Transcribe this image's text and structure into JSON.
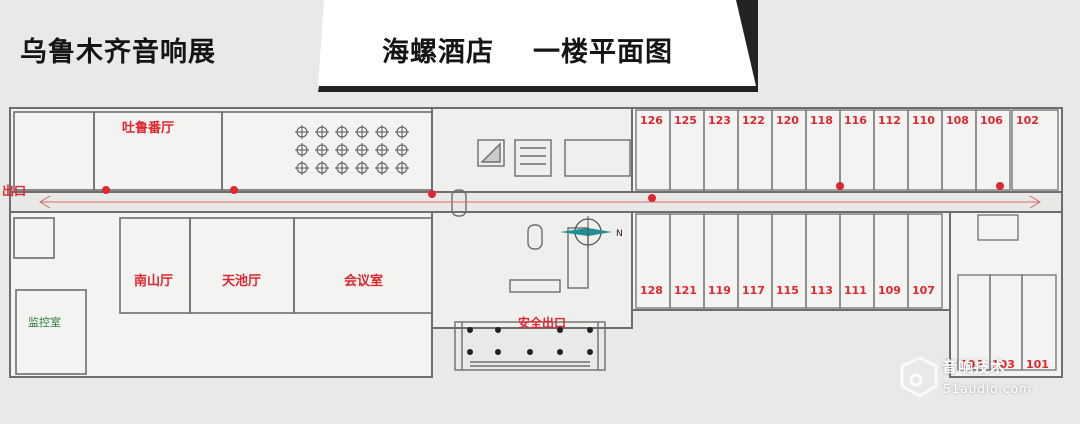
{
  "header": {
    "exhibition": "乌鲁木齐音响展",
    "hotel": "海螺酒店",
    "floor": "一楼平面图"
  },
  "rooms": {
    "tulufan": "吐鲁番厅",
    "nanshan": "南山厅",
    "tianchi": "天池厅",
    "meeting": "会议室",
    "monitor": "监控室",
    "exit_safe": "安全出口",
    "exit_left": "出口",
    "north": "N",
    "top_row": [
      "126",
      "125",
      "123",
      "122",
      "120",
      "118",
      "116",
      "112",
      "110",
      "108",
      "106",
      "102"
    ],
    "bottom_row": [
      "128",
      "121",
      "119",
      "117",
      "115",
      "113",
      "111",
      "109",
      "107"
    ],
    "small_row": [
      "105",
      "103",
      "101"
    ]
  },
  "watermark": {
    "name": "音响技术",
    "url": "51audio.com"
  },
  "colors": {
    "room_label": "#e0262f",
    "header_band": "#ffffff",
    "wall": "#6b6b6b"
  }
}
